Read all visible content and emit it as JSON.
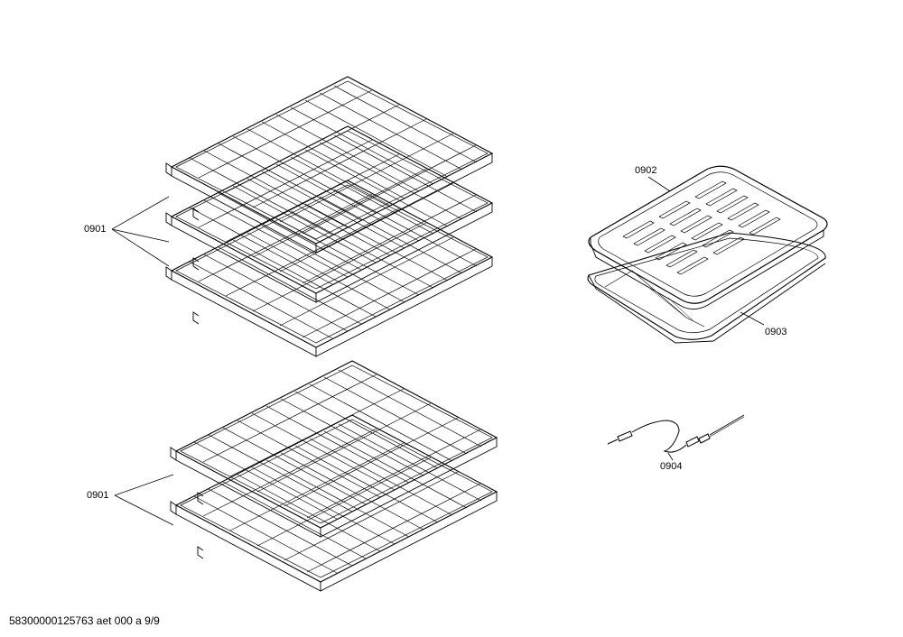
{
  "callouts": {
    "top_racks": "0901",
    "bottom_racks": "0901",
    "broil_grid": "0902",
    "broil_pan": "0903",
    "meat_probe": "0904"
  },
  "footer": {
    "code": "58300000125763 aet 000 a 9/9"
  }
}
